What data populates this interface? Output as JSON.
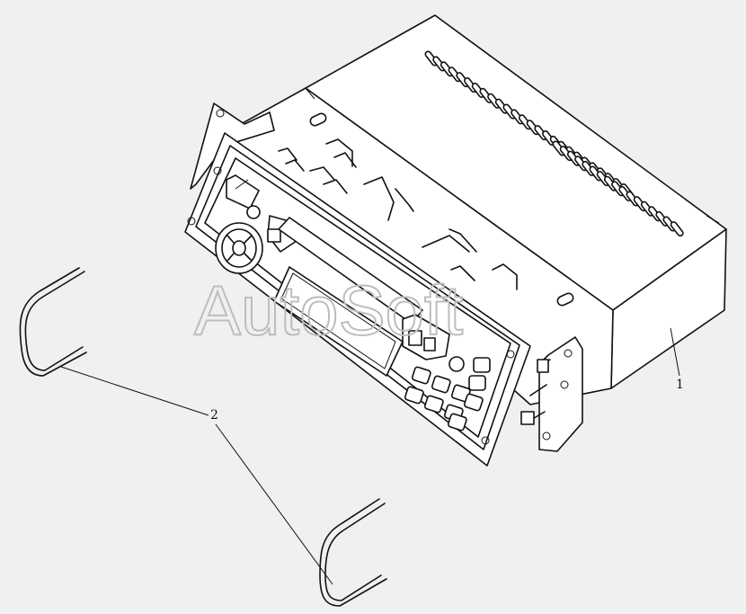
{
  "diagram": {
    "callouts": [
      {
        "id": "1",
        "label": "1"
      },
      {
        "id": "2",
        "label": "2"
      }
    ],
    "watermark": "AutoSoft"
  },
  "colors": {
    "background": "#f0f0f0",
    "line": "#111111",
    "watermark": "#bdbdbd"
  }
}
